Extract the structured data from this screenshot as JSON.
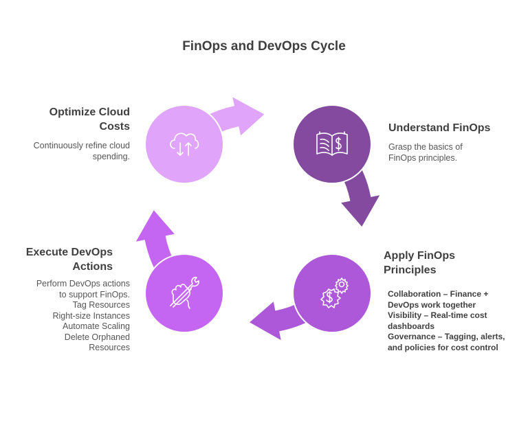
{
  "title": "FinOps and DevOps Cycle",
  "colors": {
    "optimize": "#e0a4fb",
    "understand": "#844a9f",
    "apply": "#ad58d8",
    "execute": "#c566f2",
    "text_heading": "#3f3f3f",
    "text_body": "#555555"
  },
  "steps": [
    {
      "id": "optimize",
      "heading": "Optimize Cloud Costs",
      "heading_lines": [
        "Optimize Cloud",
        "Costs"
      ],
      "description_lines": [
        "Continuously refine cloud",
        "spending."
      ],
      "icon": "cloud-transfer-icon"
    },
    {
      "id": "understand",
      "heading": "Understand FinOps",
      "heading_lines": [
        "Understand FinOps"
      ],
      "description_lines": [
        "Grasp the basics of",
        "FinOps principles."
      ],
      "icon": "finance-book-icon"
    },
    {
      "id": "apply",
      "heading": "Apply FinOps Principles",
      "heading_lines": [
        "Apply FinOps",
        "Principles"
      ],
      "description_lines": [
        "Collaboration – Finance +",
        "DevOps work together",
        "Visibility – Real-time cost",
        "dashboards",
        "Governance – Tagging, alerts,",
        "and policies for cost control"
      ],
      "icon": "dollar-gears-icon"
    },
    {
      "id": "execute",
      "heading": "Execute DevOps Actions",
      "heading_lines": [
        "Execute DevOps",
        "Actions"
      ],
      "description_lines": [
        "Perform DevOps actions",
        "to support FinOps.",
        "Tag Resources",
        "Right-size Instances",
        "Automate Scaling",
        "Delete Orphaned",
        "Resources"
      ],
      "icon": "hand-wrench-icon"
    }
  ]
}
